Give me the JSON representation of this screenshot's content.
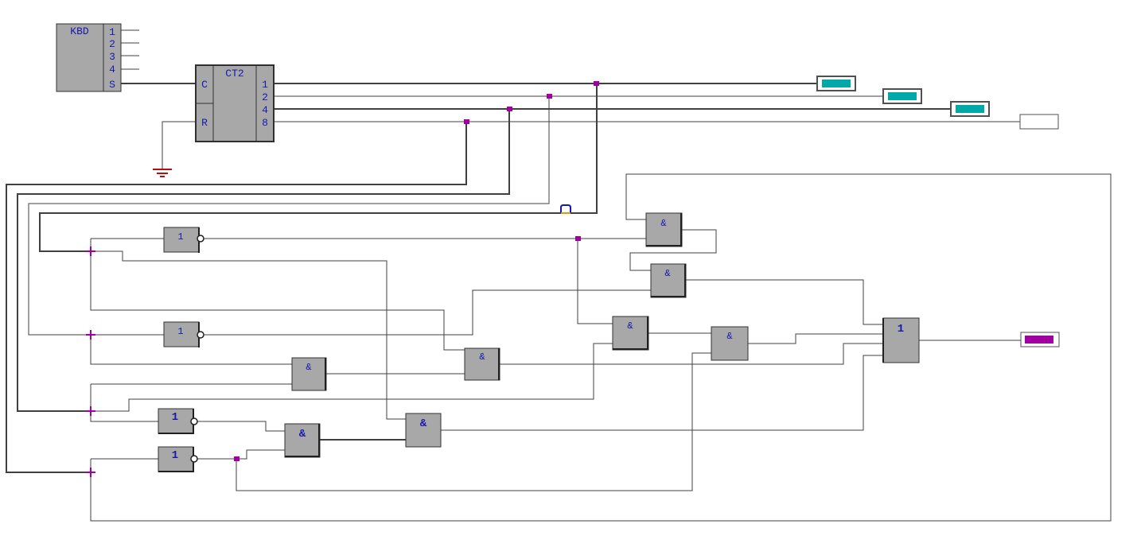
{
  "colors": {
    "background": "#ffffff",
    "block_fill": "#a8a8a8",
    "block_border": "#303030",
    "wire": "#404040",
    "junction": "#a000a0",
    "label_text": "#1818b0",
    "ground": "#b01010",
    "indicator_on_cyan": "#00a8a8",
    "indicator_on_magenta": "#a000a0",
    "indicator_off": "#ffffff"
  },
  "keyboard": {
    "title": "KBD",
    "pins": [
      "1",
      "2",
      "3",
      "4",
      "S"
    ]
  },
  "counter": {
    "title": "CT2",
    "inputs": [
      "C",
      "R"
    ],
    "outputs": [
      "1",
      "2",
      "4",
      "8"
    ]
  },
  "gates": {
    "not_symbol": "1",
    "and_symbol": "&",
    "or_symbol": "1"
  },
  "indicators": [
    {
      "state": "on",
      "color": "cyan"
    },
    {
      "state": "on",
      "color": "cyan"
    },
    {
      "state": "on",
      "color": "cyan"
    },
    {
      "state": "off",
      "color": "none"
    },
    {
      "state": "on",
      "color": "magenta"
    }
  ],
  "icons": {
    "ground": "ground-icon",
    "jumper": "wire-jumper-icon"
  }
}
